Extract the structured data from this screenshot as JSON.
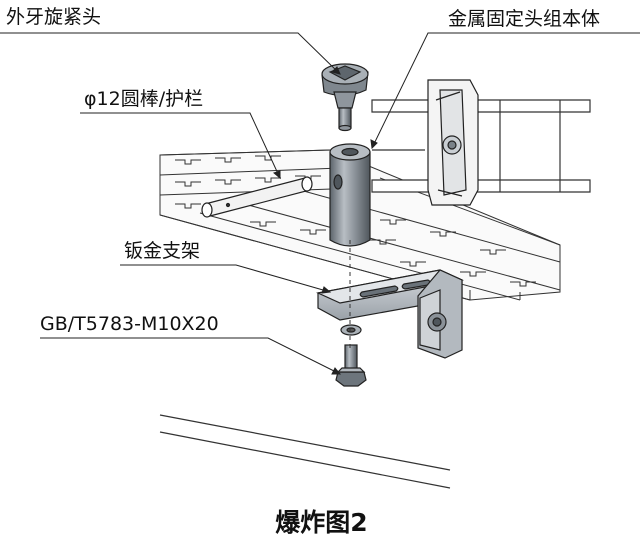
{
  "labels": {
    "outer_thread_knob": "外牙旋紧头",
    "metal_head_assembly": "金属固定头组本体",
    "rod_guardrail": "φ12圆棒/护栏",
    "sheet_bracket": "钣金支架",
    "bolt_standard": "GB/T5783-M10X20"
  },
  "caption": "爆炸图2",
  "colors": {
    "line": "#222222",
    "metal_light": "#c9ced3",
    "metal_mid": "#8f969d",
    "metal_dark": "#5c646b"
  }
}
